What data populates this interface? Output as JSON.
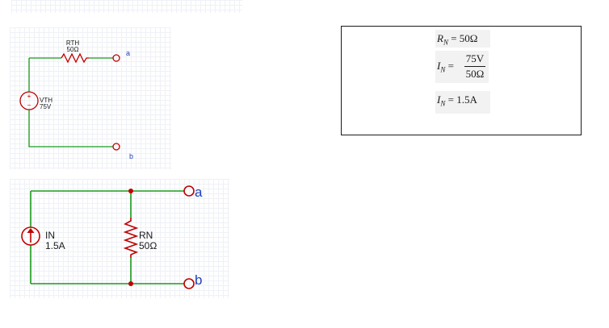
{
  "thevenin": {
    "resistor_name": "RTH",
    "resistor_value": "50Ω",
    "source_name": "VTH",
    "source_value": "75V",
    "terminal_a": "a",
    "terminal_b": "b"
  },
  "norton": {
    "source_name": "IN",
    "source_value": "1.5A",
    "resistor_name": "RN",
    "resistor_value": "50Ω",
    "terminal_a": "a",
    "terminal_b": "b"
  },
  "calc": {
    "rn_lhs": "R",
    "rn_sub": "N",
    "rn_rhs": " = 50Ω",
    "in_lhs": "I",
    "in_sub": "N",
    "in_eq": " = ",
    "in_num": "75V",
    "in_den": "50Ω",
    "res_lhs": "I",
    "res_sub": "N",
    "res_rhs": " = 1.5A"
  },
  "colors": {
    "wire": "#1a9a1a",
    "component": "#c00000",
    "terminal_label": "#1f3fbf"
  }
}
